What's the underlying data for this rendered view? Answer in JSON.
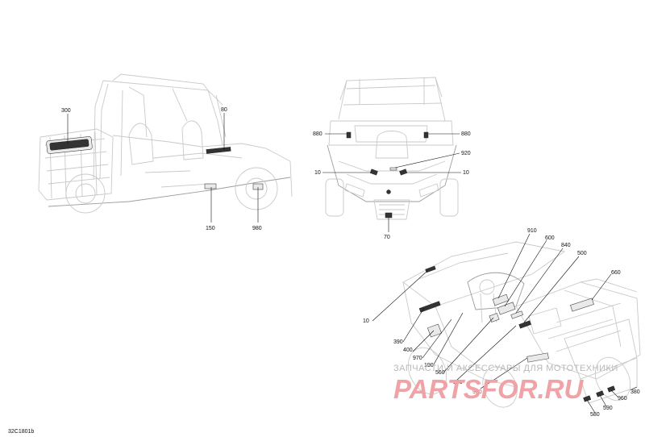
{
  "diagram_code": "32C1801b",
  "views": {
    "side": {
      "callouts": [
        {
          "id": "300",
          "label": "300"
        },
        {
          "id": "80",
          "label": "80"
        },
        {
          "id": "150",
          "label": "150"
        },
        {
          "id": "980",
          "label": "980"
        }
      ]
    },
    "front": {
      "callouts": [
        {
          "id": "880l",
          "label": "880"
        },
        {
          "id": "880r",
          "label": "880"
        },
        {
          "id": "920",
          "label": "920"
        },
        {
          "id": "10l",
          "label": "10"
        },
        {
          "id": "10r",
          "label": "10"
        },
        {
          "id": "70",
          "label": "70"
        }
      ]
    },
    "iso": {
      "callouts": [
        {
          "id": "910",
          "label": "910"
        },
        {
          "id": "600",
          "label": "600"
        },
        {
          "id": "840",
          "label": "840"
        },
        {
          "id": "500",
          "label": "500"
        },
        {
          "id": "660",
          "label": "660"
        },
        {
          "id": "10",
          "label": "10"
        },
        {
          "id": "390",
          "label": "390"
        },
        {
          "id": "400",
          "label": "400"
        },
        {
          "id": "970",
          "label": "970"
        },
        {
          "id": "190",
          "label": "190"
        },
        {
          "id": "560",
          "label": "560"
        },
        {
          "id": "550",
          "label": "550"
        },
        {
          "id": "900",
          "label": "900"
        },
        {
          "id": "380",
          "label": "380"
        },
        {
          "id": "960",
          "label": "960"
        },
        {
          "id": "590",
          "label": "590"
        },
        {
          "id": "580",
          "label": "580"
        }
      ]
    }
  },
  "watermark": {
    "tagline": "ЗАПЧАСТИ И АКСЕССУАРЫ ДЛЯ МОТОТЕХНИКИ",
    "logo": "PARTSFOR.RU"
  },
  "colors": {
    "line": "#111111",
    "outline": "#c9c9c9",
    "watermark_logo": "#f0a3a6",
    "watermark_text": "#b8b8b8",
    "red_callout": "#c8484f"
  }
}
